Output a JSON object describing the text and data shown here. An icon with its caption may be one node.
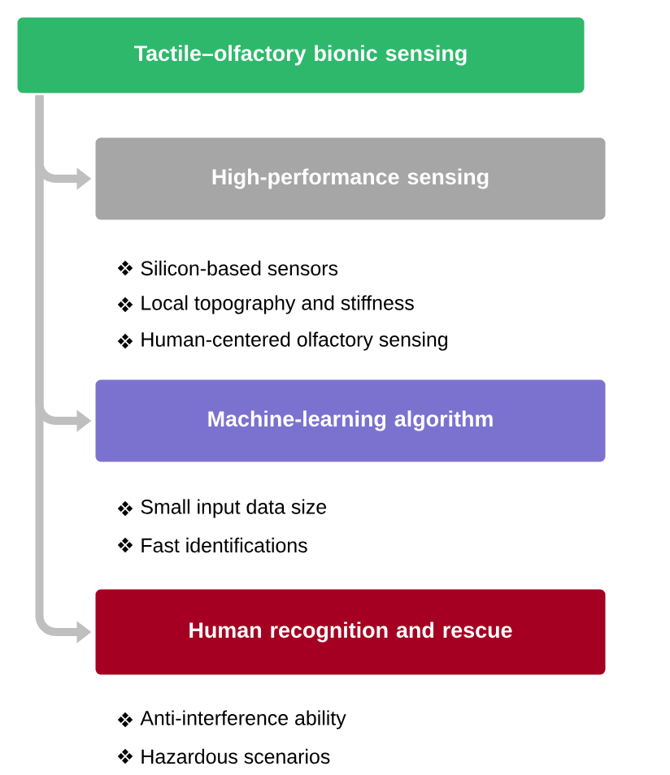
{
  "diagram": {
    "nodes": [
      {
        "text": [
          "Tactile–olfactory bionic sensing"
        ]
      },
      {
        "text": [
          "High-performance sensing"
        ],
        "beside": [
          "Silicon-based sensors",
          "Local topography and stiffness",
          "Human-centered olfactory sensing"
        ]
      },
      {
        "text": [
          "Machine-learning algorithm"
        ],
        "beside": [
          "Small input data size",
          "Fast identifications"
        ]
      },
      {
        "text": [
          "Human recognition and rescue"
        ],
        "beside": [
          "Anti-interference ability",
          "Hazardous scenarios"
        ]
      }
    ],
    "edges": [
      {
        "from": 0,
        "to": 1,
        "arrow": "to"
      },
      {
        "from": 0,
        "to": 2,
        "arrow": "to"
      },
      {
        "from": 0,
        "to": 3,
        "arrow": "to"
      }
    ]
  }
}
